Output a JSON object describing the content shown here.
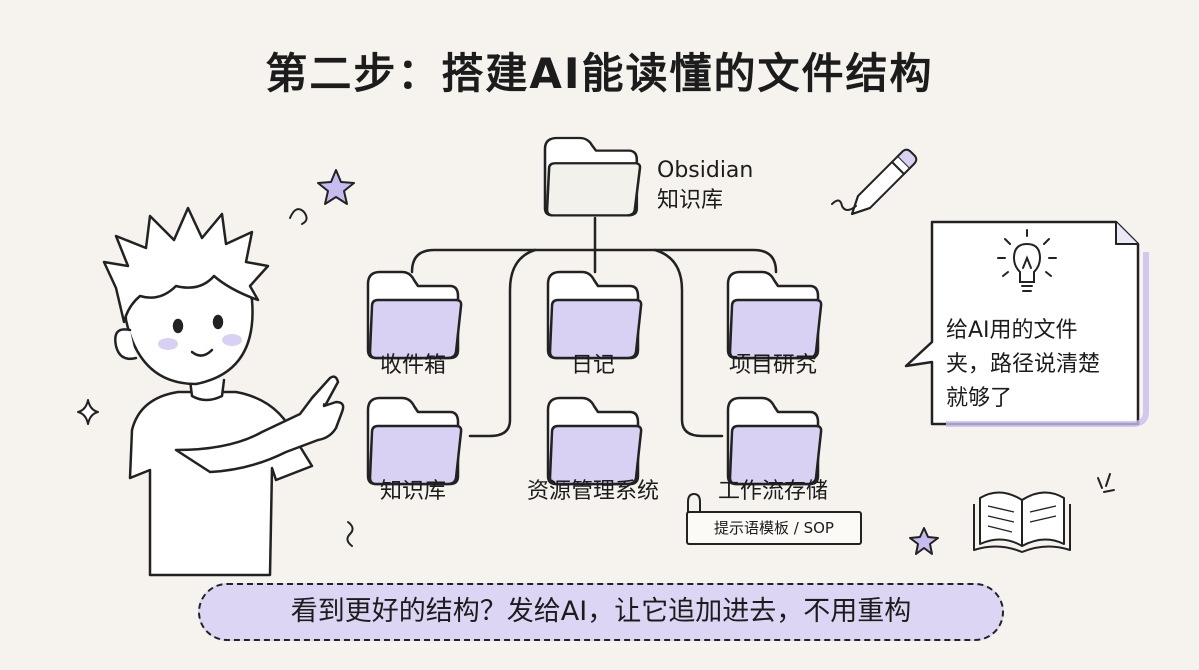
{
  "title": "第二步：搭建AI能读懂的文件结构",
  "root": {
    "name_line1": "Obsidian",
    "name_line2": "知识库"
  },
  "folders": [
    {
      "label": "收件箱"
    },
    {
      "label": "日记"
    },
    {
      "label": "项目研究"
    },
    {
      "label": "知识库"
    },
    {
      "label": "资源管理系统"
    },
    {
      "label": "工作流存储"
    }
  ],
  "attachment_tag": "提示语模板 / SOP",
  "note_bubble": "给AI用的文件夹，路径说清楚就够了",
  "banner": "看到更好的结构？发给AI，让它追加进去，不用重构",
  "colors": {
    "folder_fill": "#d9d1f3",
    "accent": "#c8bbef",
    "banner_fill": "#ddd5f4"
  }
}
